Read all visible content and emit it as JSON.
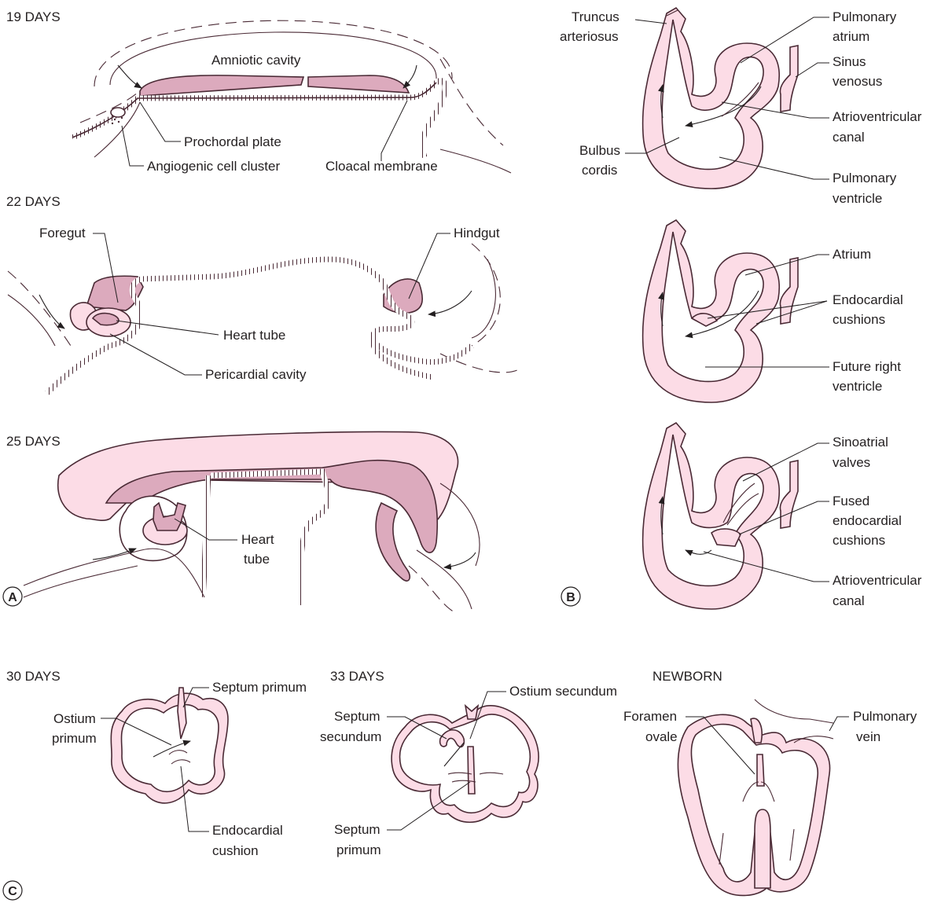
{
  "colors": {
    "dark_pink": "#dcaabd",
    "light_pink": "#fcdce6",
    "outline": "#4a2a35",
    "ink": "#231f20"
  },
  "panel_a": {
    "letter": "A",
    "day19": {
      "heading": "19 DAYS",
      "amniotic_cavity": "Amniotic cavity",
      "prochordal_plate": "Prochordal plate",
      "angiogenic_cluster": "Angiogenic cell cluster",
      "cloacal_membrane": "Cloacal membrane"
    },
    "day22": {
      "heading": "22 DAYS",
      "foregut": "Foregut",
      "hindgut": "Hindgut",
      "heart_tube": "Heart tube",
      "pericardial_cavity": "Pericardial cavity"
    },
    "day25": {
      "heading": "25 DAYS",
      "heart_tube_1": "Heart",
      "heart_tube_2": "tube"
    }
  },
  "panel_b": {
    "letter": "B",
    "top": {
      "truncus_1": "Truncus",
      "truncus_2": "arteriosus",
      "bulbus_1": "Bulbus",
      "bulbus_2": "cordis",
      "pulm_atrium_1": "Pulmonary",
      "pulm_atrium_2": "atrium",
      "sinus_1": "Sinus",
      "sinus_2": "venosus",
      "av_canal_1": "Atrioventricular",
      "av_canal_2": "canal",
      "pulm_ventricle_1": "Pulmonary",
      "pulm_ventricle_2": "ventricle"
    },
    "middle": {
      "atrium": "Atrium",
      "endocardial_1": "Endocardial",
      "endocardial_2": "cushions",
      "future_rv_1": "Future right",
      "future_rv_2": "ventricle"
    },
    "bottom": {
      "sinoatrial_1": "Sinoatrial",
      "sinoatrial_2": "valves",
      "fused_1": "Fused",
      "fused_2": "endocardial",
      "fused_3": "cushions",
      "av_canal_1": "Atrioventricular",
      "av_canal_2": "canal"
    }
  },
  "panel_c": {
    "letter": "C",
    "day30": {
      "heading": "30 DAYS",
      "septum_primum": "Septum primum",
      "ostium_1": "Ostium",
      "ostium_2": "primum",
      "cushion_1": "Endocardial",
      "cushion_2": "cushion"
    },
    "day33": {
      "heading": "33 DAYS",
      "ostium_secundum": "Ostium secundum",
      "septum_sec_1": "Septum",
      "septum_sec_2": "secundum",
      "septum_prim_1": "Septum",
      "septum_prim_2": "primum"
    },
    "newborn": {
      "heading": "NEWBORN",
      "foramen_1": "Foramen",
      "foramen_2": "ovale",
      "pulm_vein_1": "Pulmonary",
      "pulm_vein_2": "vein"
    }
  }
}
